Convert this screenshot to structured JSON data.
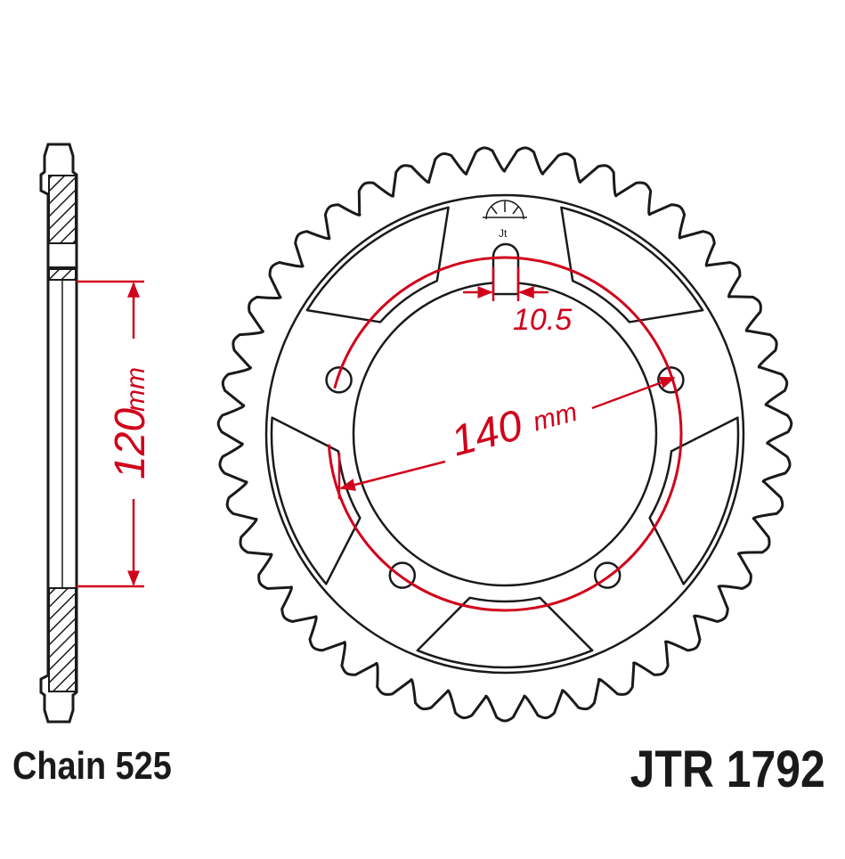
{
  "diagram": {
    "chain_label": "Chain 525",
    "part_number": "JTR 1792",
    "dimensions": {
      "hub_depth": "120",
      "hub_depth_unit": "mm",
      "bolt_circle": "140",
      "bolt_circle_unit": "mm",
      "bolt_hole": "10.5"
    },
    "sprocket": {
      "teeth": 43,
      "bolt_holes": 5,
      "lightening_cutouts": 5
    },
    "colors": {
      "outline": "#1a1a1a",
      "dimension": "#d0021b",
      "hatch": "#1a1a1a"
    }
  }
}
